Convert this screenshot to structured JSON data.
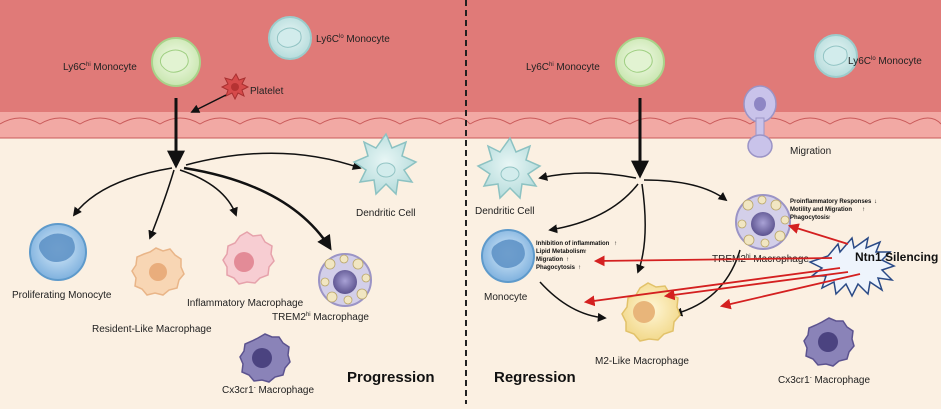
{
  "colors": {
    "vessel": "#e07a78",
    "vessel_dark": "#c95a5a",
    "endothelium": "#f2a9a4",
    "tissue": "#fbf0e2",
    "arrow_black": "#111111",
    "arrow_red": "#d42020"
  },
  "left": {
    "ly6c_hi_prefix": "Ly6C",
    "ly6c_hi_sup": "hi",
    "ly6c_hi_suffix": " Monocyte",
    "ly6c_lo_prefix": "Ly6C",
    "ly6c_lo_sup": "lo",
    "ly6c_lo_suffix": " Monocyte",
    "platelet": "Platelet",
    "dendritic": "Dendritic Cell",
    "proliferating": "Proliferating Monocyte",
    "resident": "Resident-Like Macrophage",
    "inflammatory": "Inflammatory Macrophage",
    "trem2_prefix": "TREM2",
    "trem2_sup": "hi",
    "trem2_suffix": " Macrophage",
    "cx3cr1_prefix": "Cx3cr1",
    "cx3cr1_sup": "-",
    "cx3cr1_suffix": " Macrophage",
    "stage_title": "Progression"
  },
  "right": {
    "ly6c_hi_prefix": "Ly6C",
    "ly6c_hi_sup": "hi",
    "ly6c_hi_suffix": " Monocyte",
    "ly6c_lo_prefix": "Ly6C",
    "ly6c_lo_sup": "lo",
    "ly6c_lo_suffix": " Monocyte",
    "migration": "Migration",
    "dendritic": "Dendritic Cell",
    "monocyte": "Monocyte",
    "m2": "M2-Like Macrophage",
    "trem2_prefix": "TREM2",
    "trem2_sup": "hi",
    "trem2_suffix": " Macrophage",
    "cx3cr1_prefix": "Cx3cr1",
    "cx3cr1_sup": "-",
    "cx3cr1_suffix": " Macrophage",
    "stage_title": "Regression",
    "ntn1": "Ntn1 Silencing",
    "mono_effects": [
      "Inhibition of inflammation",
      "Lipid Metabolism",
      "Migration",
      "Phagocytosis"
    ],
    "mono_effect_arrows": [
      "↑",
      "↑",
      "↑",
      "↑"
    ],
    "trem2_effects": [
      "Proinflammatory Responses",
      "Motility and Migration",
      "Phagocytosis"
    ],
    "trem2_effect_arrows": [
      "↓",
      "↑",
      "↑"
    ]
  }
}
